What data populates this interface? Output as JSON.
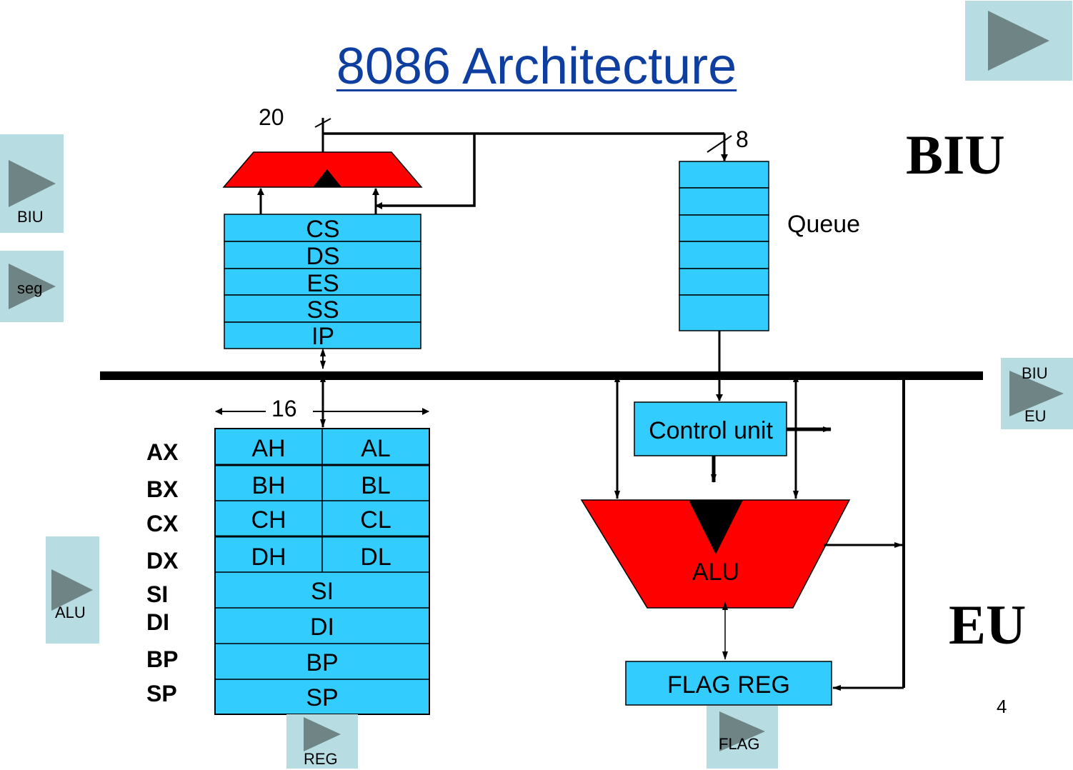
{
  "title": "8086 Architecture",
  "labels": {
    "biu": "BIU",
    "eu": "EU",
    "queue": "Queue",
    "bus20": "20",
    "bus8": "8",
    "width16": "16",
    "control_unit": "Control unit",
    "alu": "ALU",
    "flag_reg": "FLAG REG",
    "page_number": "4"
  },
  "segment_registers": [
    "CS",
    "DS",
    "ES",
    "SS",
    "IP"
  ],
  "general_registers": [
    {
      "name": "AX",
      "high": "AH",
      "low": "AL"
    },
    {
      "name": "BX",
      "high": "BH",
      "low": "BL"
    },
    {
      "name": "CX",
      "high": "CH",
      "low": "CL"
    },
    {
      "name": "DX",
      "high": "DH",
      "low": "DL"
    }
  ],
  "pointer_registers": [
    {
      "name": "SI",
      "cell": "SI"
    },
    {
      "name": "DI",
      "cell": "DI"
    },
    {
      "name": "BP",
      "cell": "BP"
    },
    {
      "name": "SP",
      "cell": "SP"
    }
  ],
  "nav_buttons": {
    "biu": "BIU",
    "seg": "seg",
    "biu_eu_top": "BIU",
    "biu_eu_bottom": "EU",
    "alu": "ALU",
    "reg": "REG",
    "flag": "FLAG"
  },
  "colors": {
    "register_fill": "#33ccff",
    "unit_fill": "#ff0000",
    "title": "#0e3fa0",
    "nav_button": "#b7dde3",
    "play_icon": "#6f8485"
  }
}
